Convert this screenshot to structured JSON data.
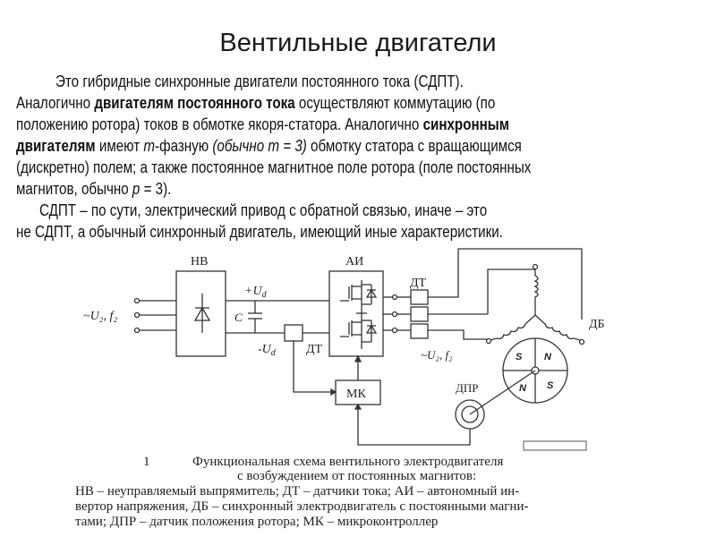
{
  "title": "Вентильные двигатели",
  "paragraph": {
    "l1": "Это гибридные синхронные двигатели постоянного тока (СДПТ).",
    "l2a": "Аналогично ",
    "l2b": "двигателям постоянного тока",
    "l2c": " осуществляют коммутацию (по",
    "l3a": "положению ротора) токов в обмотке якоря-статора. Аналогично ",
    "l3b": "синхронным",
    "l4a": "двигателям",
    "l4b": " имеют ",
    "l4c": "m",
    "l4d": "-фазную ",
    "l4e": "(обычно  m = 3)",
    "l4f": " обмотку статора с вращающимся",
    "l5": "(дискретно) полем; а также постоянное магнитное поле ротора (поле постоянных",
    "l6a": "магнитов, обычно ",
    "l6b": "p",
    "l6c": " = 3).",
    "l7": "СДПТ – по сути, электрический привод с обратной связью, иначе – это",
    "l8": "не СДПТ, а обычный синхронный двигатель, имеющий иные характеристики."
  },
  "diagram": {
    "nv": "НВ",
    "ai": "АИ",
    "input": "~U₂, f₂",
    "plus_ud": "+U",
    "minus_ud": "-U",
    "sub_d": "d",
    "cap": "C",
    "dt": "ДТ",
    "dt2": "ДТ",
    "db": "ДБ",
    "output": "~U₂, f₂",
    "mk": "МК",
    "dpr": "ДПР",
    "s": "S",
    "n": "N"
  },
  "caption": {
    "num": "1",
    "l1": "Функциональная схема вентильного электродвигателя",
    "l2": "с возбуждением от постоянных магнитов:",
    "l3": "НВ – неуправляемый выпрямитель; ДТ – датчики тока; АИ – автономный ин-",
    "l4": "вертор напряжения, ДБ – синхронный электродвигатель с постоянными магни-",
    "l5": "тами; ДПР – датчик положения ротора; МК – микроконтроллер"
  }
}
